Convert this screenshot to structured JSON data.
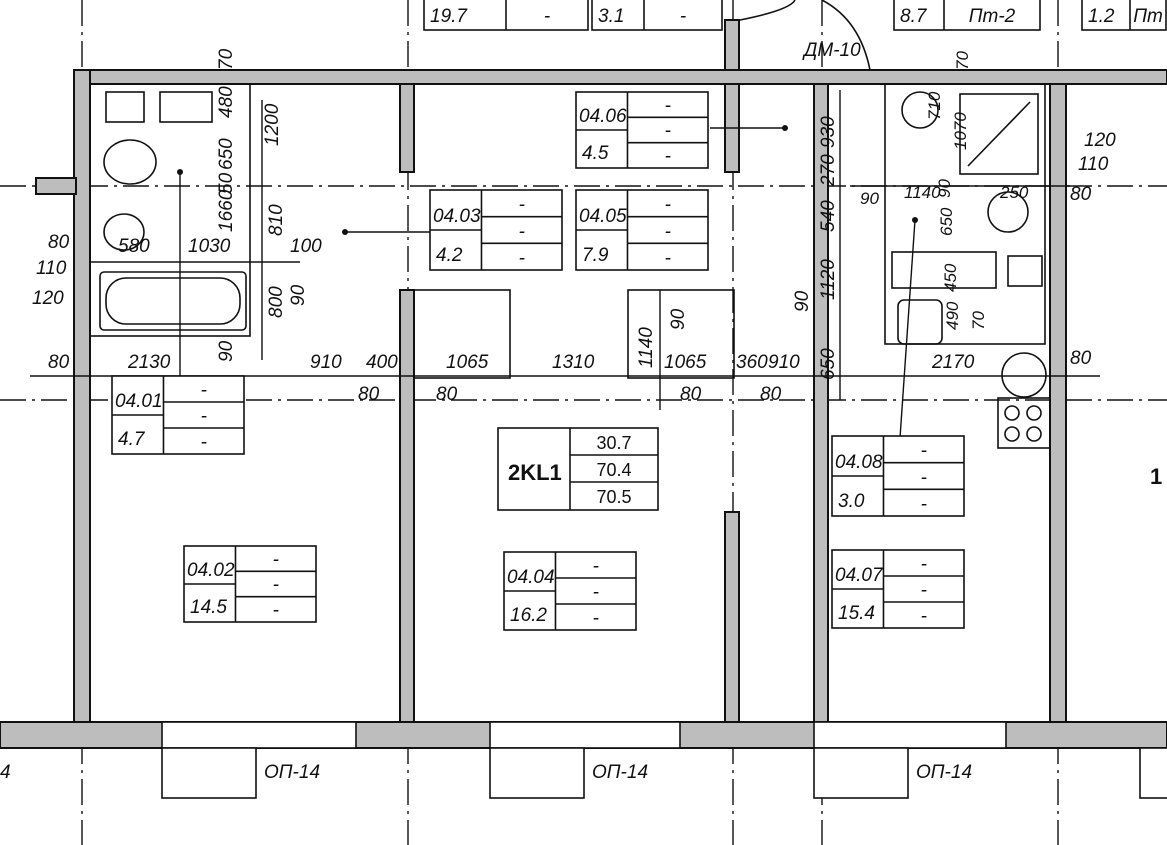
{
  "apartment": {
    "code": "2KL1",
    "areas": [
      "30.7",
      "70.4",
      "70.5"
    ]
  },
  "rooms": [
    {
      "id": "04.01",
      "area": "4.7",
      "marks": [
        "-",
        "-",
        "-"
      ]
    },
    {
      "id": "04.02",
      "area": "14.5",
      "marks": [
        "-",
        "-",
        "-"
      ]
    },
    {
      "id": "04.03",
      "area": "4.2",
      "marks": [
        "-",
        "-",
        "-"
      ]
    },
    {
      "id": "04.04",
      "area": "16.2",
      "marks": [
        "-",
        "-",
        "-"
      ]
    },
    {
      "id": "04.05",
      "area": "7.9",
      "marks": [
        "-",
        "-",
        "-"
      ]
    },
    {
      "id": "04.06",
      "area": "4.5",
      "marks": [
        "-",
        "-",
        "-"
      ]
    },
    {
      "id": "04.07",
      "area": "15.4",
      "marks": [
        "-",
        "-",
        "-"
      ]
    },
    {
      "id": "04.08",
      "area": "3.0",
      "marks": [
        "-",
        "-",
        "-"
      ]
    }
  ],
  "top_fragments": [
    {
      "value": "19.7",
      "mark": "-"
    },
    {
      "value": "3.1",
      "mark": "-"
    },
    {
      "value": "8.7",
      "mark": "Пт-2"
    },
    {
      "value": "1.2",
      "mark": "Пт"
    }
  ],
  "door_label": "ДМ-10",
  "window_labels": [
    "ОП-14",
    "ОП-14",
    "ОП-14",
    "4"
  ],
  "right_fragment": "1",
  "dimensions": {
    "row1": [
      "2130",
      "910",
      "400",
      "1065",
      "1310",
      "1065",
      "360",
      "910",
      "2170"
    ],
    "row1_small": [
      "80",
      "80",
      "80",
      "80",
      "80",
      "80"
    ],
    "bath": [
      "580",
      "1030",
      "100",
      "80",
      "110",
      "120"
    ],
    "vertical_left": [
      "70",
      "480",
      "650",
      "1200",
      "1660",
      "50",
      "810",
      "800",
      "90",
      "90"
    ],
    "middle": [
      "1140",
      "90"
    ],
    "vertical_right": [
      "930",
      "270",
      "540",
      "1120",
      "90",
      "650"
    ],
    "right_wc": [
      "70",
      "710",
      "1070",
      "90",
      "1140",
      "90",
      "650",
      "250",
      "450",
      "490",
      "70"
    ],
    "right_side": [
      "120",
      "110",
      "80",
      "80"
    ]
  }
}
